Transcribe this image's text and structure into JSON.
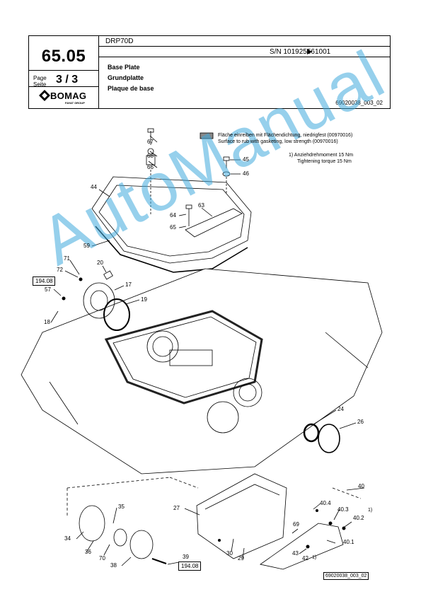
{
  "header": {
    "model": "DRP70D",
    "serial": "S/N 101925561001",
    "section_number": "65.05",
    "page_label_en": "Page",
    "page_label_de": "Seite",
    "page_number": "3 / 3",
    "title_en": "Base Plate",
    "title_de": "Grundplatte",
    "title_fr": "Plaque de base",
    "doc_ref": "69020038_003_02",
    "logo_text": "BOMAG",
    "logo_sub": "FAYAT GROUP"
  },
  "notes": {
    "sealant_de": "Fläche einreiben mit Flächendichtung, niedrigfest (00970016)",
    "sealant_en": "Surface to rub with gasketing, low strength (00970016)",
    "torque_de": "1) Anziehdrehmoment 15 Nm",
    "torque_en": "Tightening torque 15 Nm"
  },
  "callouts": {
    "c67": "67",
    "c68": "68",
    "c66": "66",
    "c45": "45",
    "c46": "46",
    "c44": "44",
    "c64": "64",
    "c63": "63",
    "c65": "65",
    "c59": "59",
    "c71": "71",
    "c72": "72",
    "c20": "20",
    "c57": "57",
    "c17": "17",
    "c19": "19",
    "c18": "18",
    "c24": "24",
    "c26": "26",
    "c40": "40",
    "c27": "27",
    "c35": "35",
    "c404": "40.4",
    "c403": "40.3",
    "c402": "40.2",
    "c1a": "1)",
    "c69": "69",
    "c34": "34",
    "c36": "36",
    "c70": "70",
    "c38": "38",
    "c30": "30",
    "c29": "29",
    "c43": "43",
    "c42": "42",
    "c1b": "1)",
    "c401": "40.1",
    "c39": "39"
  },
  "refs": {
    "box1": "194.08",
    "box2": "194.08"
  },
  "watermark": "AutoManual",
  "bottom_ref": "69020038_003_02"
}
